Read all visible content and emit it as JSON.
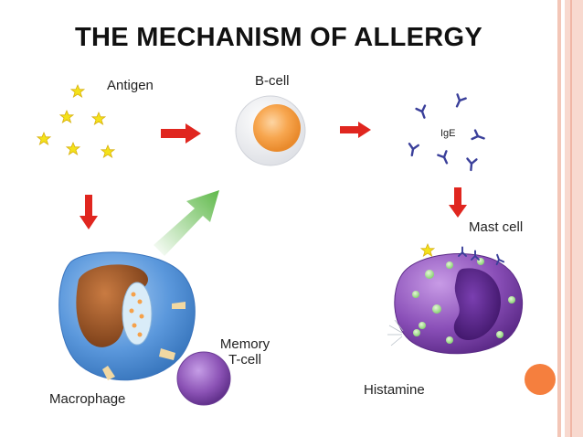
{
  "title": "THE MECHANISM OF ALLERGY",
  "labels": {
    "antigen": "Antigen",
    "b_cell": "B-cell",
    "ige": "IgE",
    "mast_cell": "Mast cell",
    "memory_t_cell_line1": "Memory",
    "memory_t_cell_line2": "T-cell",
    "macrophage": "Macrophage",
    "histamine": "Histamine"
  },
  "colors": {
    "arrow_red": "#e0261f",
    "arrow_green": "#5fb94a",
    "antigen_yellow": "#f4e21a",
    "b_cell_orange": "#f7a64f",
    "ige_blue": "#3a3f9a",
    "mast_cell_purple": "#8a4fb8",
    "macrophage_blue": "#4f8fd6",
    "macrophage_nucleus": "#9c5a2c",
    "t_cell_purple": "#8b52b5",
    "accent_orange": "#f57f3e"
  }
}
